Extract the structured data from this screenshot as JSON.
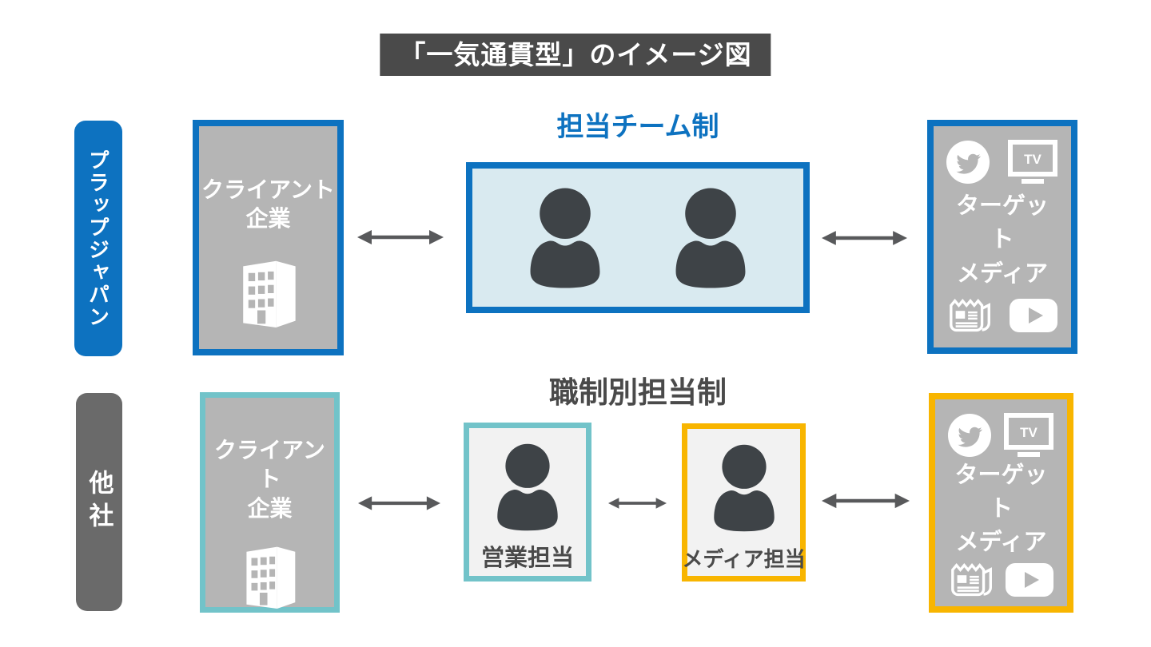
{
  "title": "「一気通貫型」のイメージ図",
  "left_labels": {
    "prap_japan": "プラップジャパン",
    "other_company": "他社"
  },
  "headings": {
    "team_system": "担当チーム制",
    "role_system": "職制別担当制"
  },
  "client_box": {
    "line1": "クライアント",
    "line2": "企業"
  },
  "target_media_box": {
    "line1": "ターゲット",
    "line2": "メディア",
    "tv_label": "TV"
  },
  "role_labels": {
    "sales": "営業担当",
    "media": "メディア担当"
  },
  "icon_names": [
    "building-icon",
    "person-icon",
    "twitter-icon",
    "tv-icon",
    "newspaper-icon",
    "youtube-play-icon",
    "double-arrow-icon"
  ],
  "colors": {
    "brand_blue": "#0d72c0",
    "teal": "#72c3c9",
    "yellow": "#f8b500",
    "box_gray": "#b5b5b5",
    "title_dark": "#4a4a4a",
    "label_gray": "#6a6a6a",
    "person_dark": "#3e4347",
    "arrow_gray": "#58595b",
    "team_fill": "#d9eaf0",
    "role_fill": "#f2f2f2"
  }
}
